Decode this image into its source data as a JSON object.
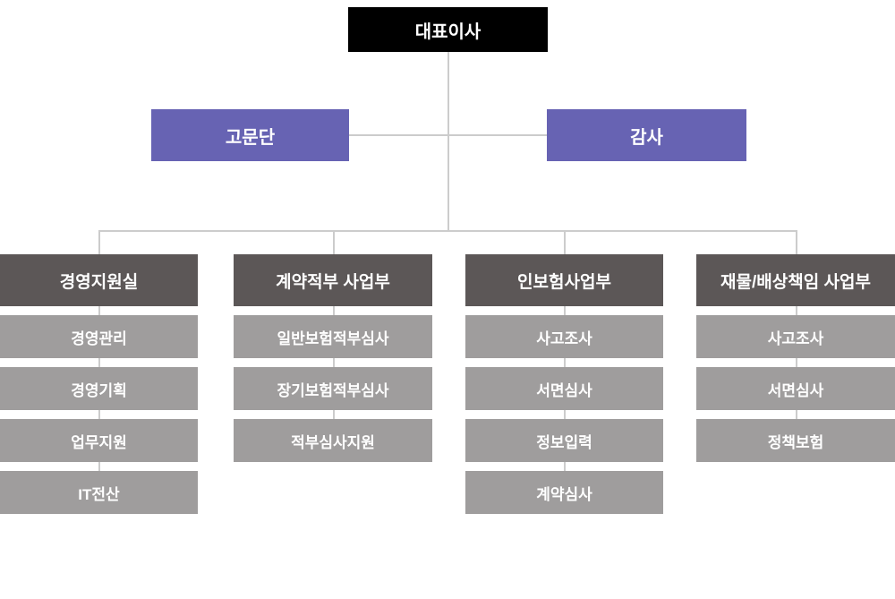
{
  "ceo": {
    "label": "대표이사"
  },
  "advisory": {
    "label": "고문단"
  },
  "audit": {
    "label": "감사"
  },
  "departments": [
    {
      "title": "경영지원실",
      "items": [
        "경영관리",
        "경영기획",
        "업무지원",
        "IT전산"
      ]
    },
    {
      "title": "계약적부 사업부",
      "items": [
        "일반보험적부심사",
        "장기보험적부심사",
        "적부심사지원"
      ]
    },
    {
      "title": "인보험사업부",
      "items": [
        "사고조사",
        "서면심사",
        "정보입력",
        "계약심사"
      ]
    },
    {
      "title": "재물/배상책임 사업부",
      "items": [
        "사고조사",
        "서면심사",
        "정책보험"
      ]
    }
  ],
  "colors": {
    "ceo_bg": "#000000",
    "staff_bg": "#6763b3",
    "dept_header_bg": "#5c5757",
    "dept_item_bg": "#9f9d9d",
    "line": "#cccccc",
    "text": "#ffffff"
  }
}
